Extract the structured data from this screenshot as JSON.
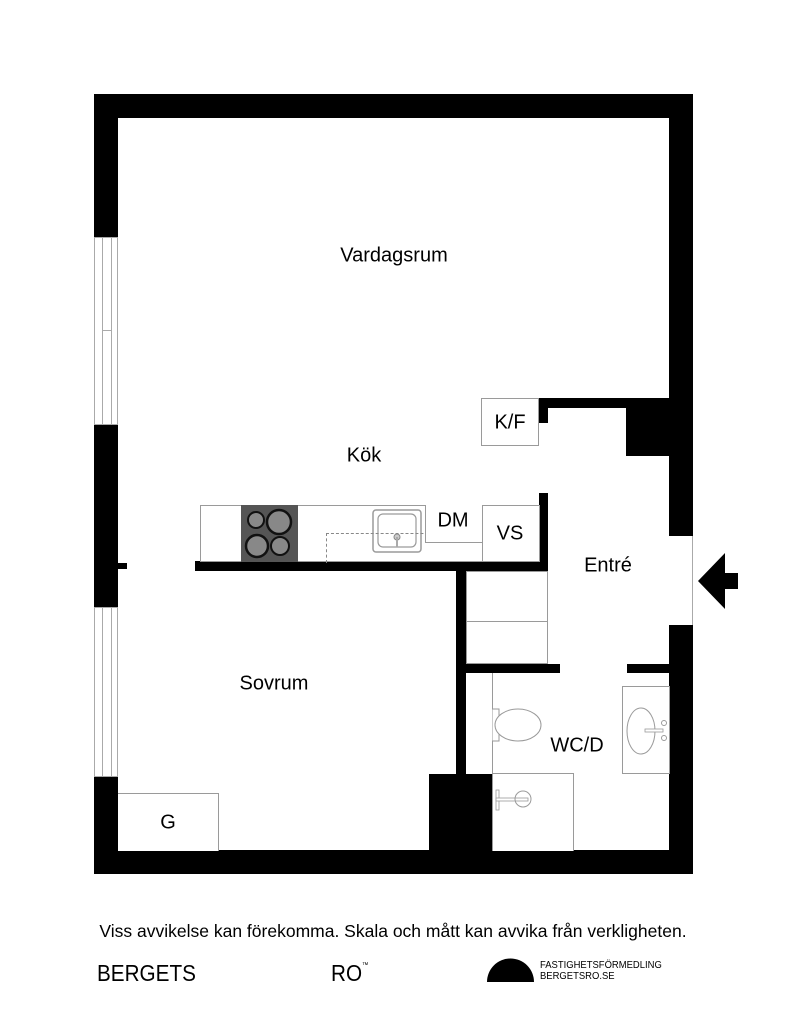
{
  "floorplan": {
    "rooms": {
      "living_room": "Vardagsrum",
      "kitchen": "Kök",
      "bedroom": "Sovrum",
      "entrance": "Entré",
      "bathroom": "WC/D"
    },
    "fixtures": {
      "fridge_freezer": "K/F",
      "dishwasher": "DM",
      "water_heater": "VS",
      "wardrobe": "G"
    },
    "entrance_marker": "arrow-left",
    "colors": {
      "wall": "#000000",
      "fixture_outline": "#9a9a9a",
      "stove": "#555555",
      "background": "#ffffff"
    }
  },
  "footer": {
    "disclaimer": "Viss avvikelse kan förekomma. Skala och mått kan avvika från verkligheten.",
    "brand_left": "BERGETS",
    "brand_right": "RO",
    "trademark": "™",
    "agency_line1": "FASTIGHETSFÖRMEDLING",
    "agency_line2": "BERGETSRO.SE"
  }
}
